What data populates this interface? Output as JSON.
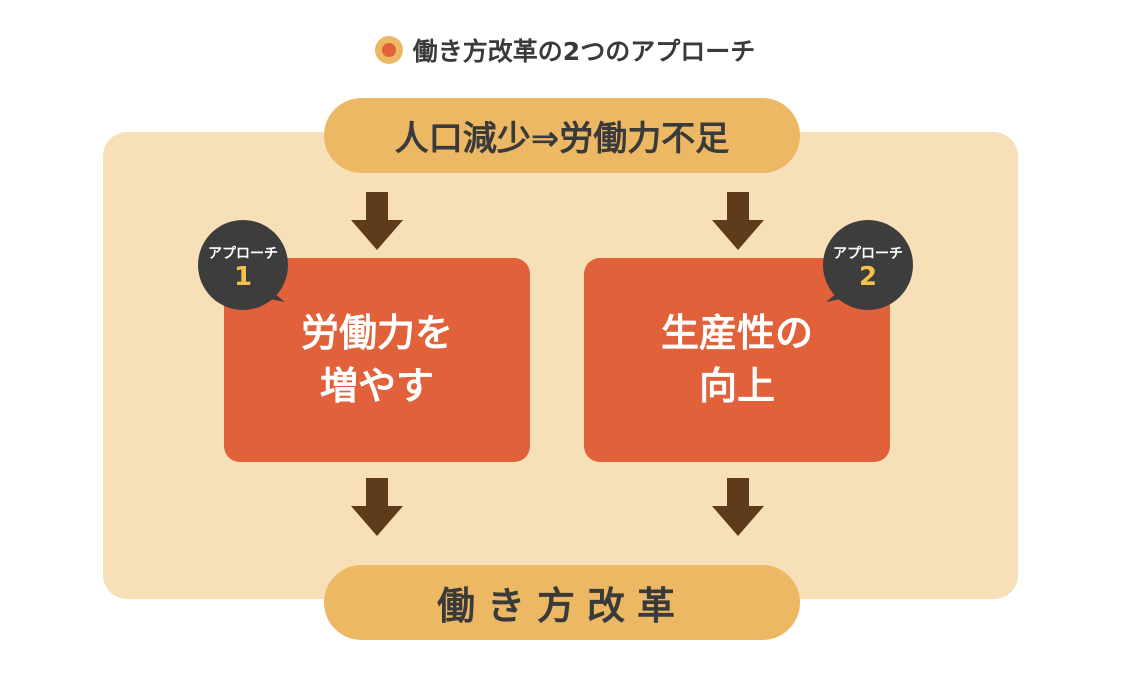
{
  "title": "働き方改革の2つのアプローチ",
  "top_pill": "人口減少⇒労働力不足",
  "bottom_pill": "働き方改革",
  "approaches": [
    {
      "badge_label": "アプローチ",
      "badge_number": "1",
      "lines": [
        "労働力を",
        "増やす"
      ]
    },
    {
      "badge_label": "アプローチ",
      "badge_number": "2",
      "lines": [
        "生産性の",
        "向上"
      ]
    }
  ],
  "colors": {
    "accent_orange": "#e0613a",
    "pill_yellow": "#ecb863",
    "panel_beige": "#f7dfb8",
    "arrow_brown": "#5e3b1a",
    "badge_dark": "#3d3d3d",
    "badge_number": "#f2c14e"
  }
}
